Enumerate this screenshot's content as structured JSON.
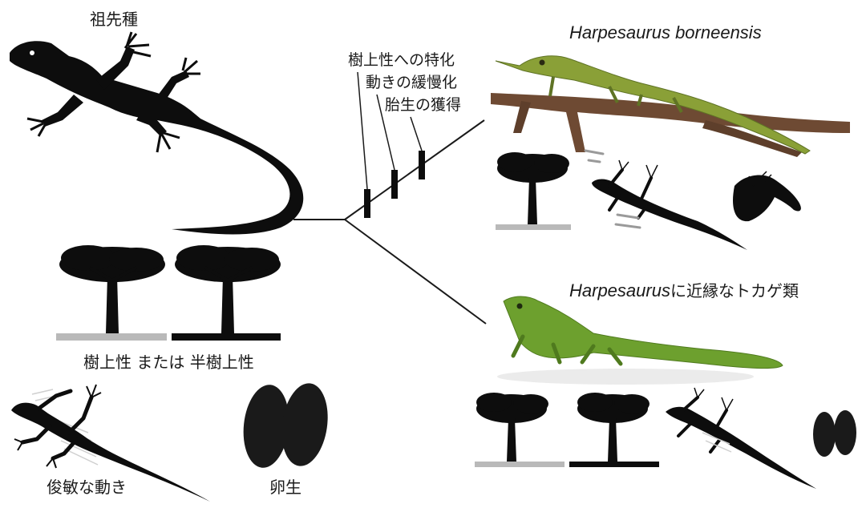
{
  "ancestor": {
    "title": "祖先種",
    "habitat_label": "樹上性 または 半樹上性",
    "locomotion_label": "俊敏な動き",
    "reproduction_label": "卵生"
  },
  "traits": [
    {
      "label": "樹上性への特化"
    },
    {
      "label": "動きの緩慢化"
    },
    {
      "label": "胎生の獲得"
    }
  ],
  "species_top": {
    "name": "Harpesaurus borneensis"
  },
  "species_bottom": {
    "name_italic": "Harpesaurus",
    "name_suffix": "に近縁なトカゲ類"
  },
  "colors": {
    "silhouette": "#0d0d0d",
    "ground_gray": "#b9b9b9",
    "ground_black": "#0d0d0d",
    "lizard_green": "#8aa037",
    "branch_brown": "#6e4a33"
  }
}
